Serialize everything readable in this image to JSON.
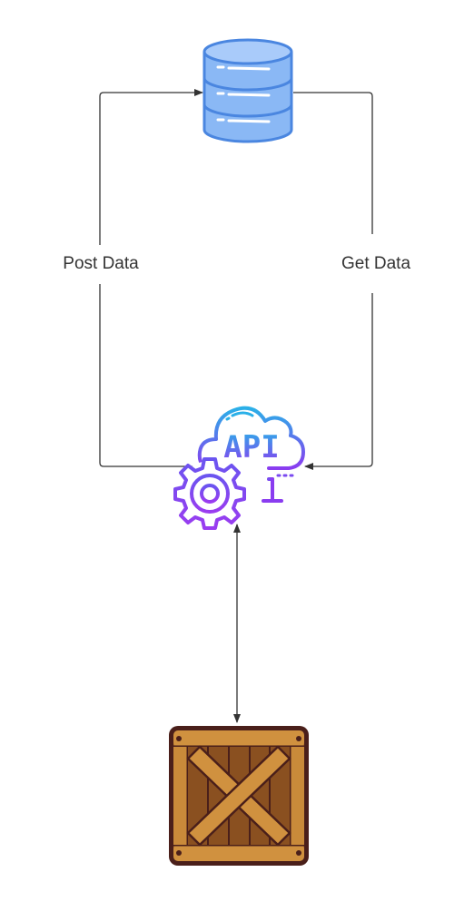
{
  "diagram": {
    "nodes": [
      {
        "id": "database",
        "icon": "database-icon",
        "label": ""
      },
      {
        "id": "api",
        "icon": "api-cloud-gear-icon",
        "label": "API"
      },
      {
        "id": "crate",
        "icon": "wooden-crate-icon",
        "label": ""
      }
    ],
    "edges": [
      {
        "from": "api",
        "to": "database",
        "label": "Post  Data",
        "arrow": "end"
      },
      {
        "from": "database",
        "to": "api",
        "label": "Get  Data",
        "arrow": "end"
      },
      {
        "from": "api",
        "to": "crate",
        "label": "",
        "arrow": "both"
      }
    ]
  },
  "colors": {
    "line": "#333333",
    "database_fill": "#8ab8f5",
    "database_stroke": "#4a86e0",
    "api_gradient_start": "#2ab0e8",
    "api_gradient_end": "#8a3cf0",
    "crate_light": "#c98a3a",
    "crate_dark": "#7a4a1a",
    "crate_border": "#4a1f1a"
  }
}
